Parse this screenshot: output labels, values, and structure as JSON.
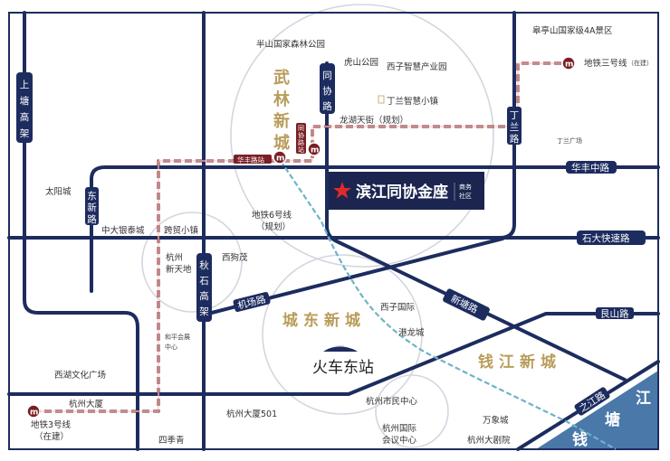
{
  "colors": {
    "road": "#1d2c5f",
    "metro": "#7a1f24",
    "metro6": "#6fb3c9",
    "district": "#b89c5a",
    "river": "#4a78a8",
    "star": "#e02a2a"
  },
  "project": {
    "name": "滨江同协金座",
    "tag_line1": "商务",
    "tag_line2": "社区"
  },
  "roads": {
    "shangtang": "上塘高架",
    "tongxie": "同协路",
    "dinglan": "丁兰路",
    "dongxin": "东新路",
    "huafeng": "华丰中路",
    "shida": "石大快速路",
    "qiushi": "秋石高架",
    "jichang": "机场路",
    "xintang": "新塘路",
    "genshan": "艮山路",
    "zhijiang": "之江路"
  },
  "districts": {
    "wulin": "武林新城",
    "chengdong": "城东新城",
    "qianjiang": "钱江新城"
  },
  "river": {
    "c1": "钱",
    "c2": "塘",
    "c3": "江"
  },
  "metro": {
    "line3_ne": "地铁三号线",
    "line3_ne_note": "（在建）",
    "line3_sw": "地铁3号线",
    "line3_sw_note": "（在建）",
    "line6": "地铁6号线",
    "line6_note": "（规划）",
    "station_huafeng": "华丰路站",
    "station_tongxie": "同协路站"
  },
  "landmarks": {
    "station_east": "火车东站",
    "banshan": "半山国家森林公园",
    "gaoting": "皋亭山国家级4A景区",
    "hushan": "虎山公园",
    "xizi_park": "西子智慧产业园",
    "dinglan_town": "丁兰智慧小镇",
    "longhu": "龙湖天街（规划）",
    "dinglan_square": "丁兰广场",
    "taiyang": "太阳城",
    "zhongda": "中大银泰城",
    "kuamao": "跨贸小镇",
    "xintiandi_1": "杭州",
    "xintiandi_2": "新天地",
    "xigoumao": "西狗茂",
    "heping_1": "和平会展",
    "heping_2": "中心",
    "xihu_culture": "西湖文化广场",
    "hz_mansion": "杭州大厦",
    "sijiqing": "四季青",
    "hz501": "杭州大厦501",
    "xizi_intl": "西子国际",
    "ganglong": "港龙城",
    "civic": "杭州市民中心",
    "conf_1": "杭州国际",
    "conf_2": "会议中心",
    "mixc": "万象城",
    "theatre": "杭州大剧院"
  }
}
